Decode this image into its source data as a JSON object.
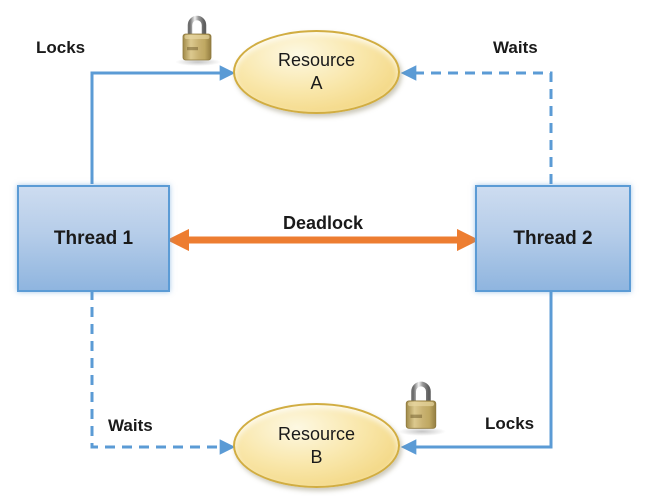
{
  "colors": {
    "background": "#FFFFFF",
    "connector_blue": "#5B9BD5",
    "deadlock_orange": "#ED7D31",
    "thread_fill_top": "#CDDCF0",
    "thread_fill_bottom": "#8FB5DF",
    "thread_border": "#5B9BD5",
    "resource_fill_light": "#FDF8E2",
    "resource_fill_dark": "#F0CF6F",
    "resource_border": "#D1AD42",
    "text": "#1A1A1A"
  },
  "nodes": {
    "thread1": {
      "label": "Thread 1",
      "shape": "rectangle"
    },
    "thread2": {
      "label": "Thread 2",
      "shape": "rectangle"
    },
    "resource_a": {
      "name": "Resource",
      "letter": "A",
      "shape": "ellipse"
    },
    "resource_b": {
      "name": "Resource",
      "letter": "B",
      "shape": "ellipse"
    }
  },
  "edges": {
    "thread1_locks_resource_a": {
      "label": "Locks",
      "style": "solid"
    },
    "thread2_waits_resource_a": {
      "label": "Waits",
      "style": "dashed"
    },
    "thread1_waits_resource_b": {
      "label": "Waits",
      "style": "dashed"
    },
    "thread2_locks_resource_b": {
      "label": "Locks",
      "style": "solid"
    },
    "deadlock": {
      "label": "Deadlock",
      "style": "double-arrow"
    }
  },
  "icons": {
    "lock_a": "padlock-icon",
    "lock_b": "padlock-icon"
  }
}
